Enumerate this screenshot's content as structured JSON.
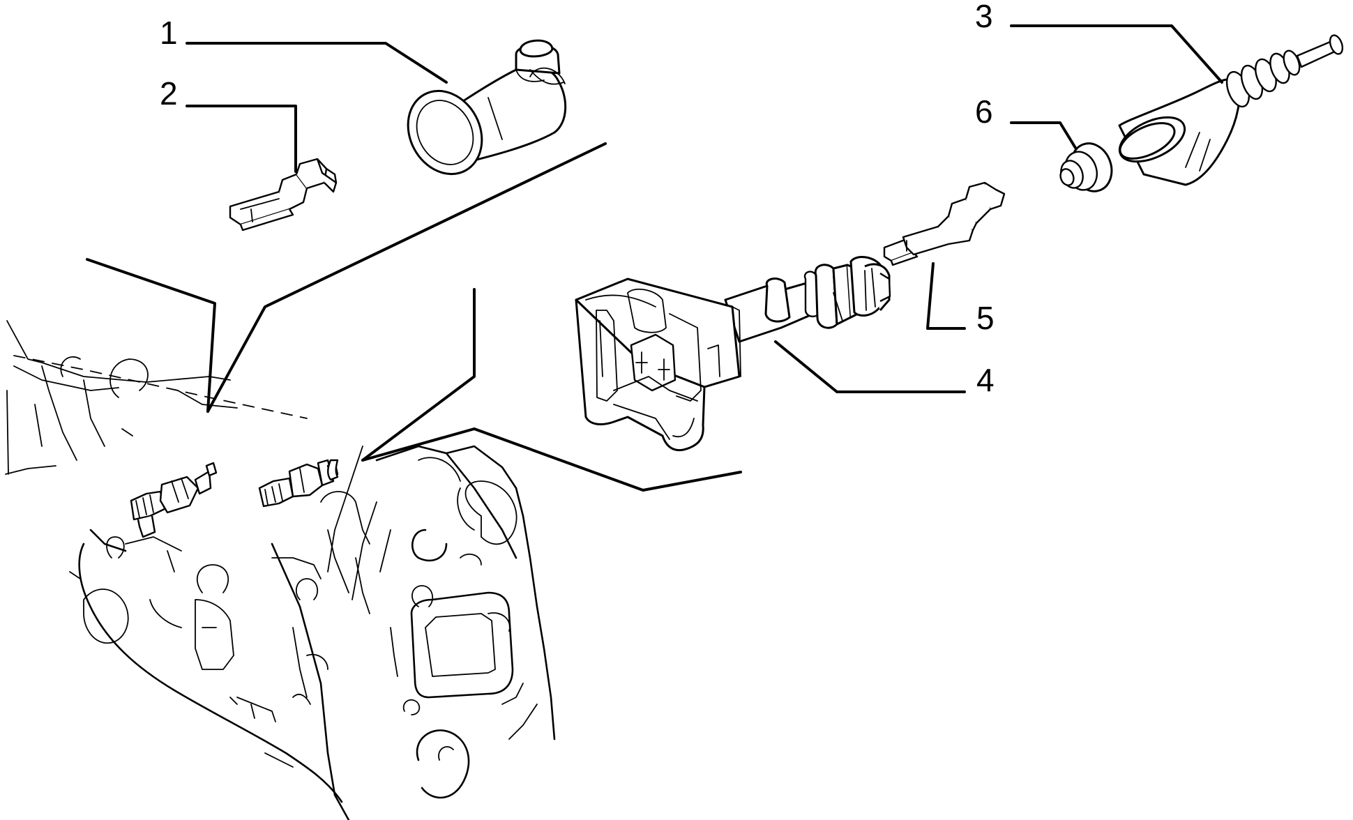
{
  "diagram": {
    "callouts": [
      {
        "id": "1",
        "label": "1"
      },
      {
        "id": "2",
        "label": "2"
      },
      {
        "id": "3",
        "label": "3"
      },
      {
        "id": "4",
        "label": "4"
      },
      {
        "id": "5",
        "label": "5"
      },
      {
        "id": "6",
        "label": "6"
      }
    ],
    "line_color": "#000000",
    "background_color": "#ffffff"
  }
}
